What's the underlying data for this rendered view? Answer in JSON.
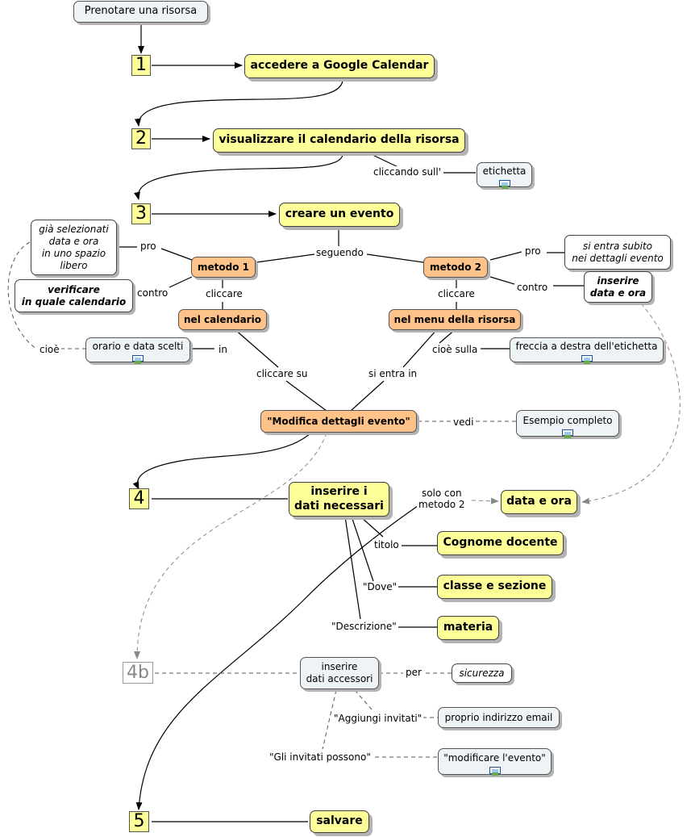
{
  "top_label": "Prenotare una risorsa",
  "steps": {
    "s1": "1",
    "s2": "2",
    "s3": "3",
    "s4": "4",
    "s4b": "4b",
    "s5": "5"
  },
  "nodes": {
    "google_calendar": "accedere a Google Calendar",
    "visualizzare": "visualizzare il calendario della risorsa",
    "etichetta": "etichetta",
    "creare_evento": "creare un evento",
    "metodo1": "metodo 1",
    "metodo2": "metodo 2",
    "gia_selezionati": "già selezionati\ndata e ora\nin uno spazio\nlibero",
    "verificare": "verificare\nin quale calendario",
    "si_entra_subito": "si entra subito\nnei dettagli evento",
    "inserire_data_ora": "inserire\ndata e ora",
    "nel_calendario": "nel calendario",
    "nel_menu": "nel menu della risorsa",
    "orario_data": "orario e data scelti",
    "freccia": "freccia a destra dell'etichetta",
    "modifica": "\"Modifica dettagli evento\"",
    "esempio": "Esempio completo",
    "inserire_dati": "inserire i\ndati necessari",
    "data_e_ora": "data e ora",
    "cognome": "Cognome docente",
    "classe": "classe e sezione",
    "materia": "materia",
    "dati_accessori": "inserire\ndati accessori",
    "sicurezza": "sicurezza",
    "indirizzo": "proprio indirizzo email",
    "modificare": "\"modificare l'evento\"",
    "salvare": "salvare"
  },
  "links": {
    "cliccando": "cliccando sull'",
    "seguendo": "seguendo",
    "pro1": "pro",
    "contro1": "contro",
    "pro2": "pro",
    "contro2": "contro",
    "cliccare1": "cliccare",
    "cliccare2": "cliccare",
    "cioe1": "cioè",
    "in": "in",
    "cioe_sulla": "cioè sulla",
    "cliccare_su": "cliccare su",
    "si_entra_in": "si entra in",
    "vedi": "vedi",
    "solo_con": "solo con\nmetodo 2",
    "titolo": "titolo",
    "dove": "\"Dove\"",
    "descrizione": "\"Descrizione\"",
    "per": "per",
    "aggiungi": "\"Aggiungi invitati\"",
    "invitati_possono": "\"Gli invitati possono\""
  }
}
